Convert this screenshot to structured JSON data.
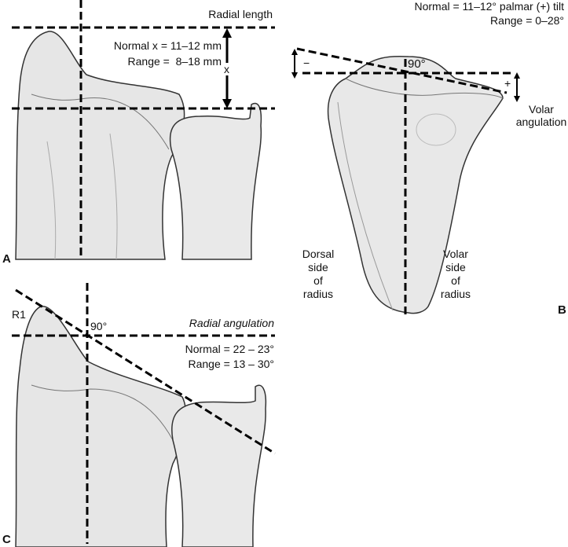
{
  "panel_a": {
    "letter": "A",
    "title": "Radial length",
    "normal": "Normal x = 11–12 mm",
    "range": "Range =  8–18 mm",
    "x_marker": "x"
  },
  "panel_b": {
    "letter": "B",
    "normal": "Normal = 11–12° palmar (+) tilt",
    "range": "Range = 0–28°",
    "angle": "90°",
    "minus": "−",
    "plus": "+",
    "volar_angulation": [
      "Volar",
      "angulation"
    ],
    "dorsal_side": [
      "Dorsal",
      "side",
      "of",
      "radius"
    ],
    "volar_side": [
      "Volar",
      "side",
      "of",
      "radius"
    ]
  },
  "panel_c": {
    "letter": "C",
    "title": "Radial angulation",
    "marker": "R1",
    "angle": "90°",
    "normal": "Normal = 22 – 23°",
    "range": "Range = 13 – 30°"
  }
}
